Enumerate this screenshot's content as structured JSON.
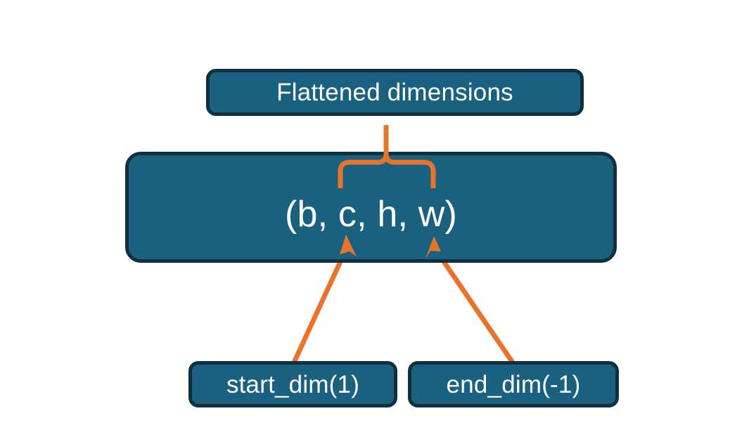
{
  "diagram": {
    "title_node": {
      "label": "Flattened dimensions"
    },
    "shape_node": {
      "label": "(b, c, h, w)"
    },
    "param_nodes": [
      {
        "label": "start_dim(1)"
      },
      {
        "label": "end_dim(-1)"
      }
    ],
    "connectors": {
      "brace_label": "flattened-range-brace",
      "arrow_left_label": "start-dim-arrow",
      "arrow_right_label": "end-dim-arrow"
    },
    "colors": {
      "node_fill": "#1a6180",
      "node_border": "#11303f",
      "node_text": "#ffffff",
      "connector": "#e8742c",
      "background": "#ffffff"
    }
  }
}
